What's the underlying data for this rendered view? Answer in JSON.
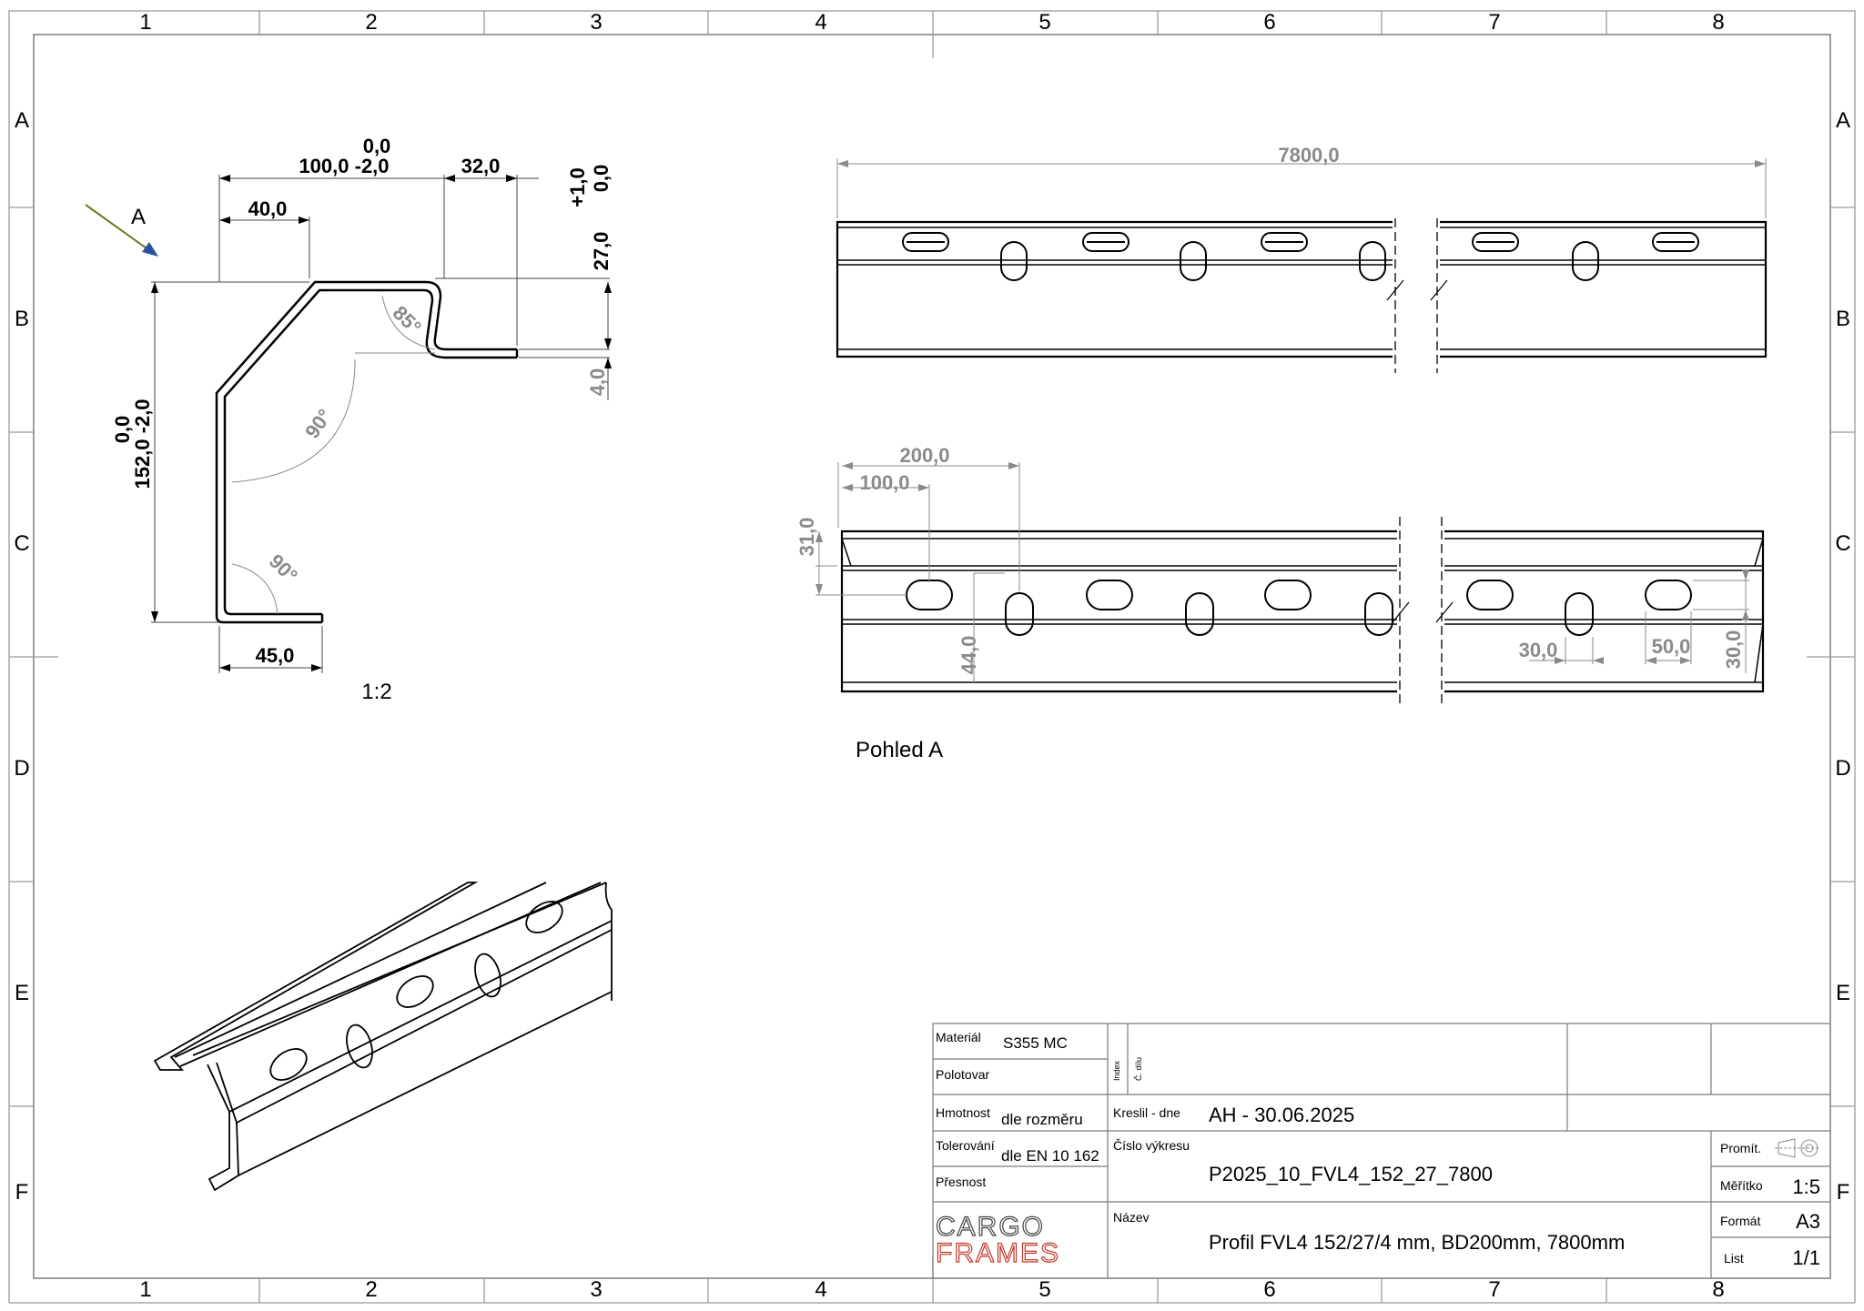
{
  "frame": {
    "col_labels": [
      "1",
      "2",
      "3",
      "4",
      "5",
      "6",
      "7",
      "8"
    ],
    "row_labels": [
      "A",
      "B",
      "C",
      "D",
      "E",
      "F"
    ]
  },
  "section_view": {
    "dim_width_top": "100,0",
    "dim_width_top_tol_upper": "0,0",
    "dim_width_top_tol_lower": "-2,0",
    "dim_40": "40,0",
    "dim_32": "32,0",
    "dim_27": "27,0",
    "dim_27_tol_upper": "+1,0",
    "dim_27_tol_lower": "0,0",
    "dim_4": "4,0",
    "dim_152": "152,0 -2,0",
    "dim_152_tol": "0,0",
    "dim_45": "45,0",
    "angle_85": "85°",
    "angle_90_a": "90°",
    "angle_90_b": "90°",
    "view_arrow_label": "A",
    "scale": "1:2"
  },
  "top_view": {
    "length": "7800,0"
  },
  "view_a": {
    "dim_200": "200,0",
    "dim_100": "100,0",
    "dim_31": "31,0",
    "dim_44": "44,0",
    "dim_30a": "30,0",
    "dim_50": "50,0",
    "dim_30b": "30,0",
    "label": "Pohled A"
  },
  "title_block": {
    "material_label": "Materiál",
    "material_value": "S355 MC",
    "semi_label": "Polotovar",
    "mass_label": "Hmotnost",
    "mass_value": "dle rozměru",
    "tolerance_label": "Tolerování",
    "tolerance_value": "dle EN 10 162",
    "precision_label": "Přesnost",
    "index_label": "Index",
    "part_no_label": "Č. dílu",
    "drawn_label": "Kreslil - dne",
    "drawn_value": "AH - 30.06.2025",
    "drawing_no_label": "Číslo výkresu",
    "drawing_no_value": "P2025_10_FVL4_152_27_7800",
    "name_label": "Název",
    "name_value": "Profil FVL4 152/27/4 mm, BD200mm, 7800mm",
    "projection_label": "Promít.",
    "scale_label": "Měřítko",
    "scale_value": "1:5",
    "format_label": "Formát",
    "format_value": "A3",
    "sheet_label": "List",
    "sheet_value": "1/1",
    "logo_line1": "CARGO",
    "logo_line2": "FRAMES",
    "logo_color1": "#444444",
    "logo_color2": "#c0392b"
  }
}
